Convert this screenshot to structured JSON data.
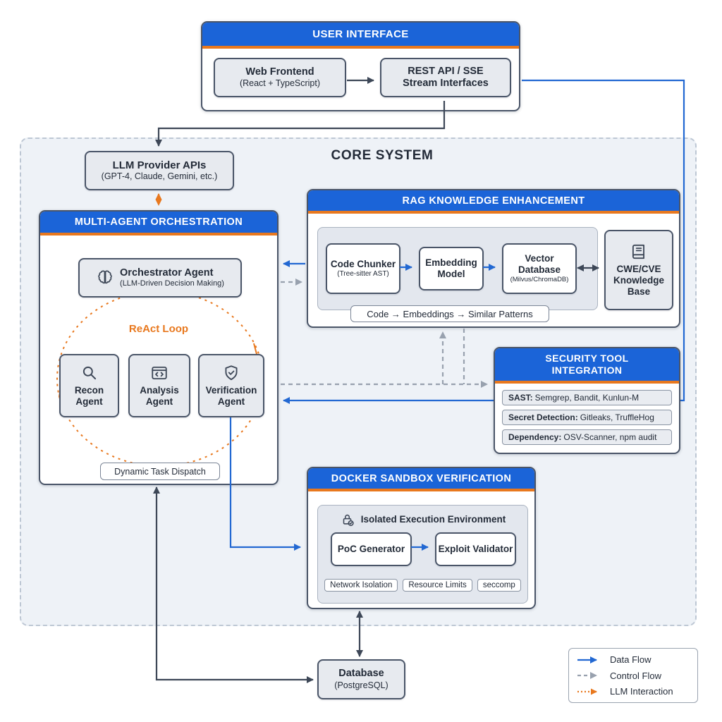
{
  "ui": {
    "title": "USER INTERFACE",
    "web_frontend_title": "Web Frontend",
    "web_frontend_subtitle": "(React + TypeScript)",
    "rest_api_line1": "REST API / SSE",
    "rest_api_line2": "Stream Interfaces"
  },
  "core": {
    "label": "CORE SYSTEM"
  },
  "llm_provider": {
    "title": "LLM Provider APIs",
    "subtitle": "(GPT-4, Claude, Gemini, etc.)"
  },
  "orchestration": {
    "title": "MULTI-AGENT ORCHESTRATION",
    "orchestrator_title": "Orchestrator Agent",
    "orchestrator_subtitle": "(LLM-Driven Decision Making)",
    "react_loop_label": "ReAct Loop",
    "agents": [
      {
        "name": "Recon Agent",
        "icon": "magnifier-icon"
      },
      {
        "name": "Analysis Agent",
        "icon": "code-window-icon"
      },
      {
        "name": "Verification Agent",
        "icon": "shield-check-icon"
      }
    ],
    "dispatch_label": "Dynamic Task Dispatch"
  },
  "rag": {
    "title": "RAG KNOWLEDGE ENHANCEMENT",
    "code_chunker_title": "Code Chunker",
    "code_chunker_subtitle": "(Tree-sitter AST)",
    "embedding_title": "Embedding Model",
    "vector_db_title": "Vector Database",
    "vector_db_subtitle": "(Milvus/ChromaDB)",
    "pipeline_note": "Code → Embeddings → Similar Patterns",
    "cwe_cve_title": "CWE/CVE Knowledge Base"
  },
  "security": {
    "title_line1": "SECURITY TOOL",
    "title_line2": "INTEGRATION",
    "rows": [
      {
        "label": "SAST:",
        "value": "Semgrep, Bandit, Kunlun-M"
      },
      {
        "label": "Secret Detection:",
        "value": "Gitleaks, TruffleHog"
      },
      {
        "label": "Dependency:",
        "value": "OSV-Scanner, npm audit"
      }
    ]
  },
  "sandbox": {
    "title": "DOCKER SANDBOX VERIFICATION",
    "env_title": "Isolated Execution Environment",
    "poc_label": "PoC Generator",
    "validator_label": "Exploit Validator",
    "badges": [
      "Network Isolation",
      "Resource Limits",
      "seccomp"
    ]
  },
  "database": {
    "title": "Database",
    "subtitle": "(PostgreSQL)"
  },
  "legend": {
    "items": [
      {
        "label": "Data Flow",
        "type": "data"
      },
      {
        "label": "Control Flow",
        "type": "control"
      },
      {
        "label": "LLM Interaction",
        "type": "llm"
      }
    ]
  },
  "colors": {
    "blue": "#1b64d8",
    "orange": "#e8781e",
    "gray": "#98a1ae",
    "dark": "#3d4757",
    "arrow_blue": "#2268d2"
  }
}
